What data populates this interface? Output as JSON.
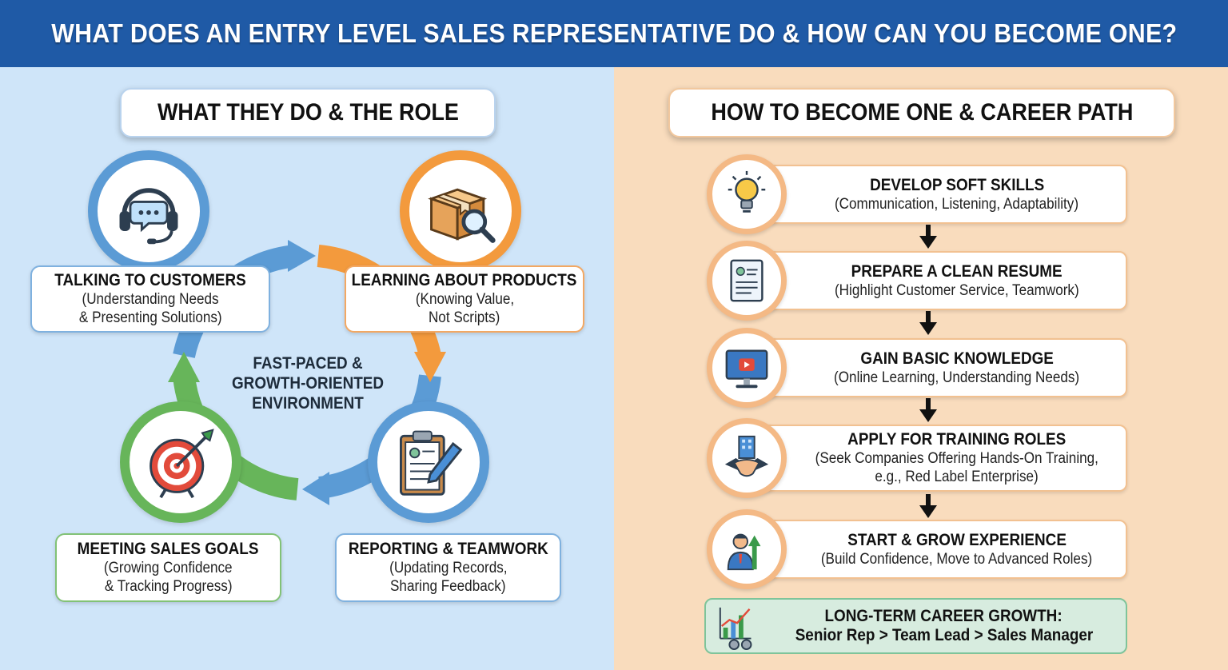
{
  "title": "WHAT DOES AN ENTRY LEVEL SALES REPRESENTATIVE DO & HOW CAN YOU BECOME ONE?",
  "left": {
    "heading": "WHAT THEY DO & THE ROLE",
    "center": [
      "FAST-PACED &",
      "GROWTH-ORIENTED",
      "ENVIRONMENT"
    ],
    "items": [
      {
        "title": "TALKING TO CUSTOMERS",
        "lines": [
          "(Understanding Needs",
          "& Presenting Solutions)"
        ],
        "icon": "headset-chat-icon"
      },
      {
        "title": "LEARNING ABOUT PRODUCTS",
        "lines": [
          "(Knowing Value,",
          "Not Scripts)"
        ],
        "icon": "box-magnifier-icon"
      },
      {
        "title": "MEETING SALES GOALS",
        "lines": [
          "(Growing Confidence",
          "& Tracking Progress)"
        ],
        "icon": "target-arrow-icon"
      },
      {
        "title": "REPORTING & TEAMWORK",
        "lines": [
          "(Updating Records,",
          "Sharing Feedback)"
        ],
        "icon": "clipboard-pen-icon"
      }
    ]
  },
  "right": {
    "heading": "HOW TO BECOME ONE & CAREER PATH",
    "steps": [
      {
        "title": "DEVELOP SOFT SKILLS",
        "lines": [
          "(Communication, Listening, Adaptability)"
        ],
        "icon": "lightbulb-icon"
      },
      {
        "title": "PREPARE A CLEAN RESUME",
        "lines": [
          "(Highlight Customer Service, Teamwork)"
        ],
        "icon": "resume-icon"
      },
      {
        "title": "GAIN BASIC KNOWLEDGE",
        "lines": [
          "(Online Learning, Understanding Needs)"
        ],
        "icon": "monitor-play-icon"
      },
      {
        "title": "APPLY FOR TRAINING ROLES",
        "lines": [
          "(Seek Companies Offering Hands-On Training,",
          "e.g., Red Label Enterprise)"
        ],
        "icon": "handshake-icon"
      },
      {
        "title": "START & GROW EXPERIENCE",
        "lines": [
          "(Build Confidence, Move to Advanced Roles)"
        ],
        "icon": "person-growth-icon"
      }
    ],
    "growth": {
      "title": "LONG-TERM CAREER GROWTH:",
      "path": "Senior Rep > Team Lead > Sales Manager",
      "icon": "chart-gears-icon"
    }
  },
  "colors": {
    "header": "#1f5aa6",
    "left_bg": "#cfe5f9",
    "right_bg": "#f9dcbd",
    "blue": "#5b9bd5",
    "orange": "#f39a3d",
    "green": "#67b55a",
    "growth_bg": "#d7ecdf"
  }
}
